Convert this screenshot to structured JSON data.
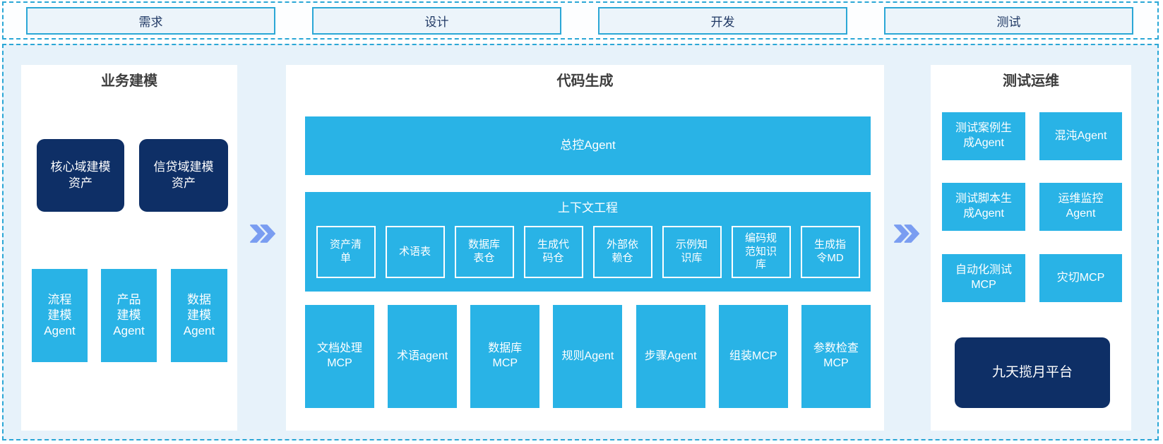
{
  "phases": [
    {
      "label": "需求"
    },
    {
      "label": "设计"
    },
    {
      "label": "开发"
    },
    {
      "label": "测试"
    }
  ],
  "business_modeling": {
    "title": "业务建模",
    "assets": [
      {
        "label": "核心域建模\n资产"
      },
      {
        "label": "信贷域建模\n资产"
      }
    ],
    "agents": [
      {
        "label": "流程\n建模\nAgent"
      },
      {
        "label": "产品\n建模\nAgent"
      },
      {
        "label": "数据\n建模\nAgent"
      }
    ]
  },
  "code_generation": {
    "title": "代码生成",
    "master_agent": "总控Agent",
    "context_engineering": {
      "title": "上下文工程",
      "items": [
        {
          "label": "资产清\n单"
        },
        {
          "label": "术语表"
        },
        {
          "label": "数据库\n表仓"
        },
        {
          "label": "生成代\n码仓"
        },
        {
          "label": "外部依\n赖仓"
        },
        {
          "label": "示例知\n识库"
        },
        {
          "label": "编码规\n范知识\n库"
        },
        {
          "label": "生成指\n令MD"
        }
      ]
    },
    "executors": [
      {
        "label": "文档处理\nMCP"
      },
      {
        "label": "术语agent"
      },
      {
        "label": "数据库\nMCP"
      },
      {
        "label": "规则Agent"
      },
      {
        "label": "步骤Agent"
      },
      {
        "label": "组装MCP"
      },
      {
        "label": "参数检查\nMCP"
      }
    ]
  },
  "test_ops": {
    "title": "测试运维",
    "cells": [
      {
        "label": "测试案例生\n成Agent"
      },
      {
        "label": "混沌Agent"
      },
      {
        "label": "测试脚本生\n成Agent"
      },
      {
        "label": "运维监控\nAgent"
      },
      {
        "label": "自动化测试\nMCP"
      },
      {
        "label": "灾切MCP"
      }
    ],
    "platform": "九天揽月平台"
  },
  "colors": {
    "cyan": "#29b3e6",
    "navy": "#0e2f66",
    "arrow": "#7a9df1",
    "dashed_border": "#2ba7d6",
    "container_bg": "#e7f2fa",
    "phase_box_bg": "#ecf4fa",
    "phase_text": "#1f3864",
    "panel_title_text": "#3d3d3d"
  }
}
